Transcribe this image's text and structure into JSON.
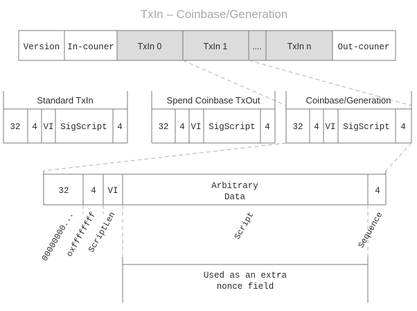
{
  "title": "TxIn – Coinbase/Generation",
  "tx_fields": [
    "Version",
    "In-couner",
    "TxIn 0",
    "TxIn 1",
    "....",
    "TxIn n",
    "Out-couner"
  ],
  "groups": [
    {
      "title": "Standard TxIn",
      "cells": [
        "32",
        "4",
        "VI",
        "SigScript",
        "4"
      ]
    },
    {
      "title": "Spend Coinbase TxOut",
      "cells": [
        "32",
        "4",
        "VI",
        "SigScript",
        "4"
      ]
    },
    {
      "title": "Coinbase/Generation",
      "cells": [
        "32",
        "4",
        "VI",
        "SigScript",
        "4"
      ]
    }
  ],
  "detail": {
    "cells": [
      "32",
      "4",
      "VI",
      "Arbitrary",
      "Data",
      "4"
    ],
    "labels": [
      "00000000...",
      "oxffffffff",
      "ScriptLen",
      "Script",
      "Sequence"
    ],
    "note_line1": "Used as an extra",
    "note_line2": "nonce field"
  }
}
